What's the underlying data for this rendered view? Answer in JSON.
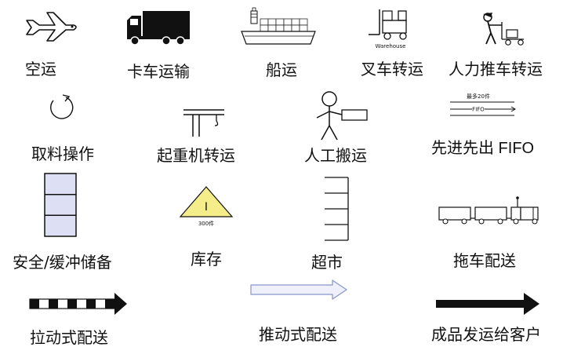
{
  "legend": {
    "row1": {
      "air": {
        "label": "空运",
        "icon": "airplane-icon"
      },
      "truck": {
        "label": "卡车运输",
        "icon": "truck-icon"
      },
      "ship": {
        "label": "船运",
        "icon": "ship-icon"
      },
      "forklift": {
        "label": "叉车转运",
        "icon": "forklift-icon",
        "icon_text": "Warehouse"
      },
      "manual_cart": {
        "label": "人力推车转运",
        "icon": "person-pushing-cart-icon"
      }
    },
    "row2": {
      "pickup": {
        "label": "取料操作",
        "icon": "circular-arrow-icon"
      },
      "crane": {
        "label": "起重机转运",
        "icon": "crane-icon"
      },
      "manual_carry": {
        "label": "人工搬运",
        "icon": "stick-figure-carrying-icon"
      },
      "fifo": {
        "label": "先进先出 FIFO",
        "icon": "fifo-lane-icon",
        "icon_text_top": "最多20件",
        "icon_text_mid": "FIFO"
      }
    },
    "row3": {
      "safety_stock": {
        "label": "安全/缓冲储备",
        "icon": "stacked-boxes-icon"
      },
      "inventory": {
        "label": "库存",
        "icon": "inventory-triangle-icon",
        "icon_letter": "I",
        "icon_caption": "300件"
      },
      "supermarket": {
        "label": "超市",
        "icon": "supermarket-shelves-icon"
      },
      "tugger": {
        "label": "拖车配送",
        "icon": "tugger-train-icon"
      }
    },
    "row4": {
      "pull": {
        "label": "拉动式配送",
        "icon": "pull-arrow-icon"
      },
      "push": {
        "label": "推动式配送",
        "icon": "push-arrow-icon"
      },
      "shipment": {
        "label": "成品发运给客户",
        "icon": "shipment-arrow-icon"
      }
    }
  },
  "colors": {
    "ink": "#111111",
    "box_fill": "#dde0f5",
    "triangle_fill": "#f5ec8a",
    "push_arrow_fill": "#eef1fb",
    "push_arrow_stroke": "#8a93c9"
  }
}
